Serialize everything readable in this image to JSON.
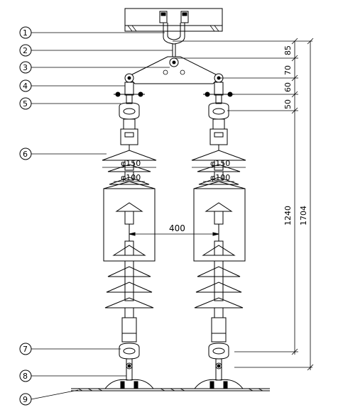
{
  "callouts": [
    {
      "id": "1",
      "label": "1"
    },
    {
      "id": "2",
      "label": "2"
    },
    {
      "id": "3",
      "label": "3"
    },
    {
      "id": "4",
      "label": "4"
    },
    {
      "id": "5",
      "label": "5"
    },
    {
      "id": "6",
      "label": "6"
    },
    {
      "id": "7",
      "label": "7"
    },
    {
      "id": "8",
      "label": "8"
    },
    {
      "id": "9",
      "label": "9"
    }
  ],
  "dimensions": {
    "d85": "85",
    "d70": "70",
    "d60": "60",
    "d50": "50",
    "d1240": "1240",
    "d1704": "1704",
    "spacing": "400",
    "dia150_left": "φ150",
    "dia100_left": "φ100",
    "dia150_right": "φ150",
    "dia100_right": "φ100"
  },
  "watermark": "",
  "colors": {
    "line": "#000000",
    "background": "#ffffff"
  }
}
